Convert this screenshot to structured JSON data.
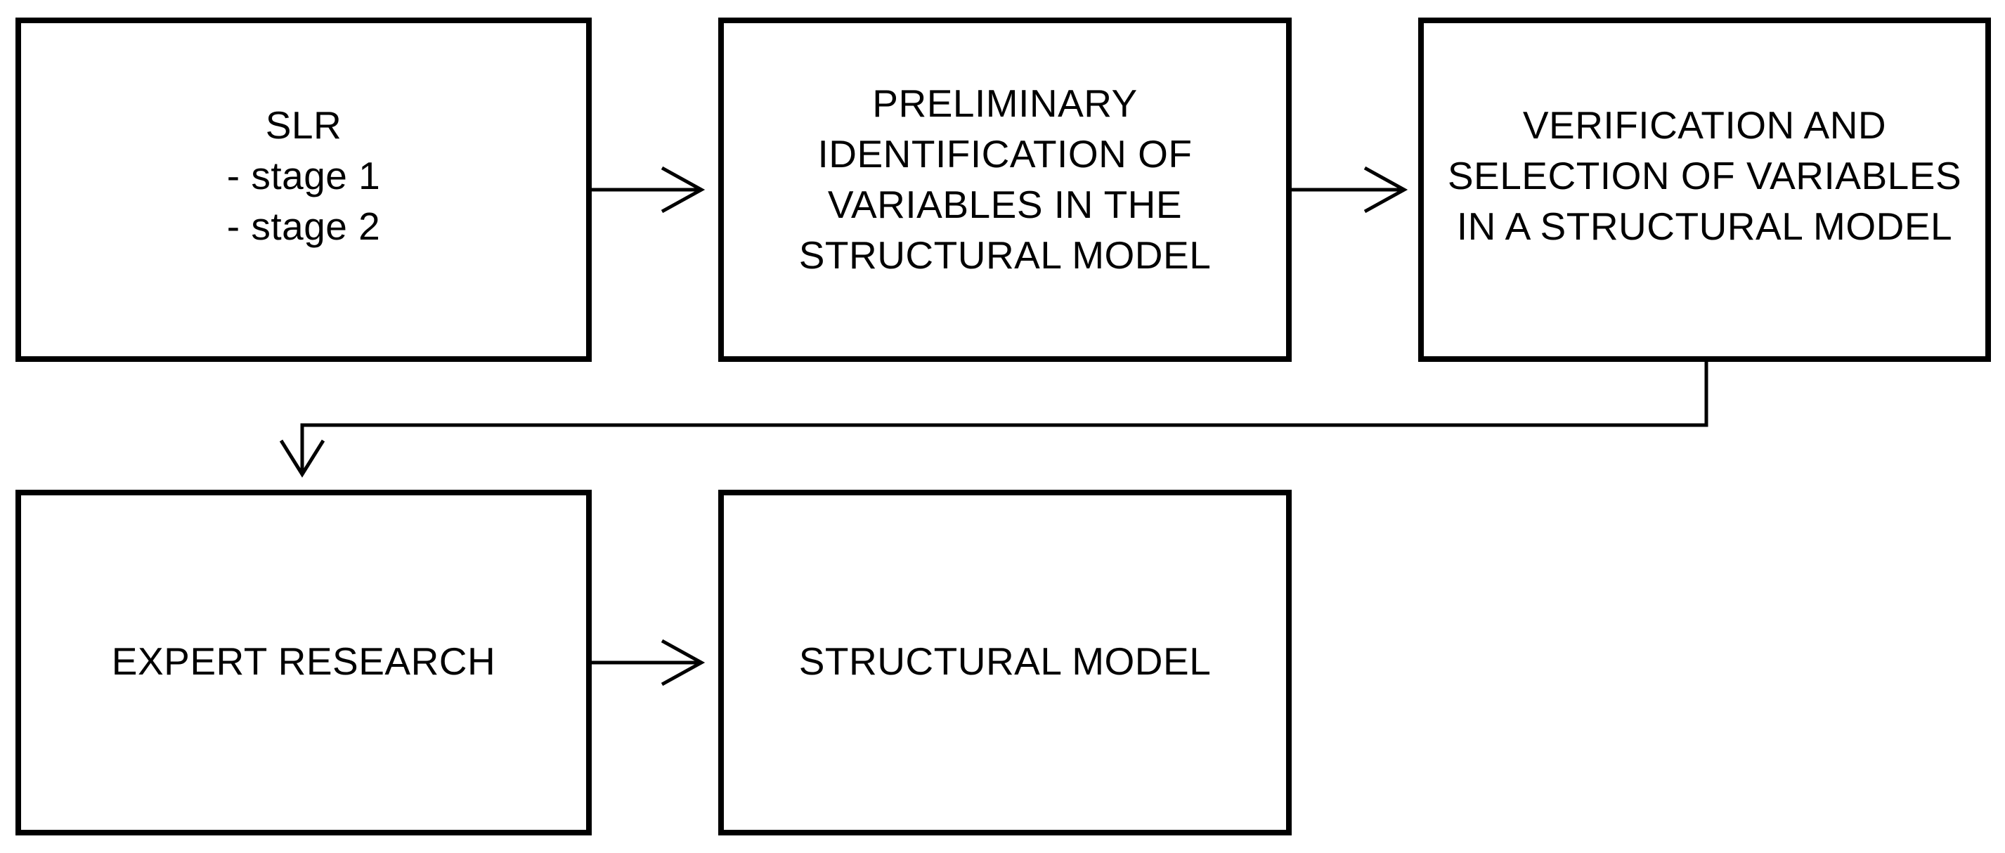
{
  "diagram": {
    "nodes": [
      {
        "id": "slr",
        "lines": [
          "SLR",
          "- stage 1",
          "- stage 2"
        ]
      },
      {
        "id": "preliminary",
        "lines": [
          "PRELIMINARY",
          "IDENTIFICATION OF",
          "VARIABLES IN THE",
          "STRUCTURAL MODEL"
        ]
      },
      {
        "id": "verification",
        "lines": [
          "VERIFICATION AND",
          "SELECTION OF VARIABLES",
          "IN A STRUCTURAL MODEL"
        ]
      },
      {
        "id": "expert",
        "lines": [
          "EXPERT RESEARCH"
        ]
      },
      {
        "id": "structural",
        "lines": [
          "STRUCTURAL MODEL"
        ]
      }
    ],
    "edges": [
      {
        "from": "slr",
        "to": "preliminary"
      },
      {
        "from": "preliminary",
        "to": "verification"
      },
      {
        "from": "verification",
        "to": "expert"
      },
      {
        "from": "expert",
        "to": "structural"
      }
    ]
  }
}
